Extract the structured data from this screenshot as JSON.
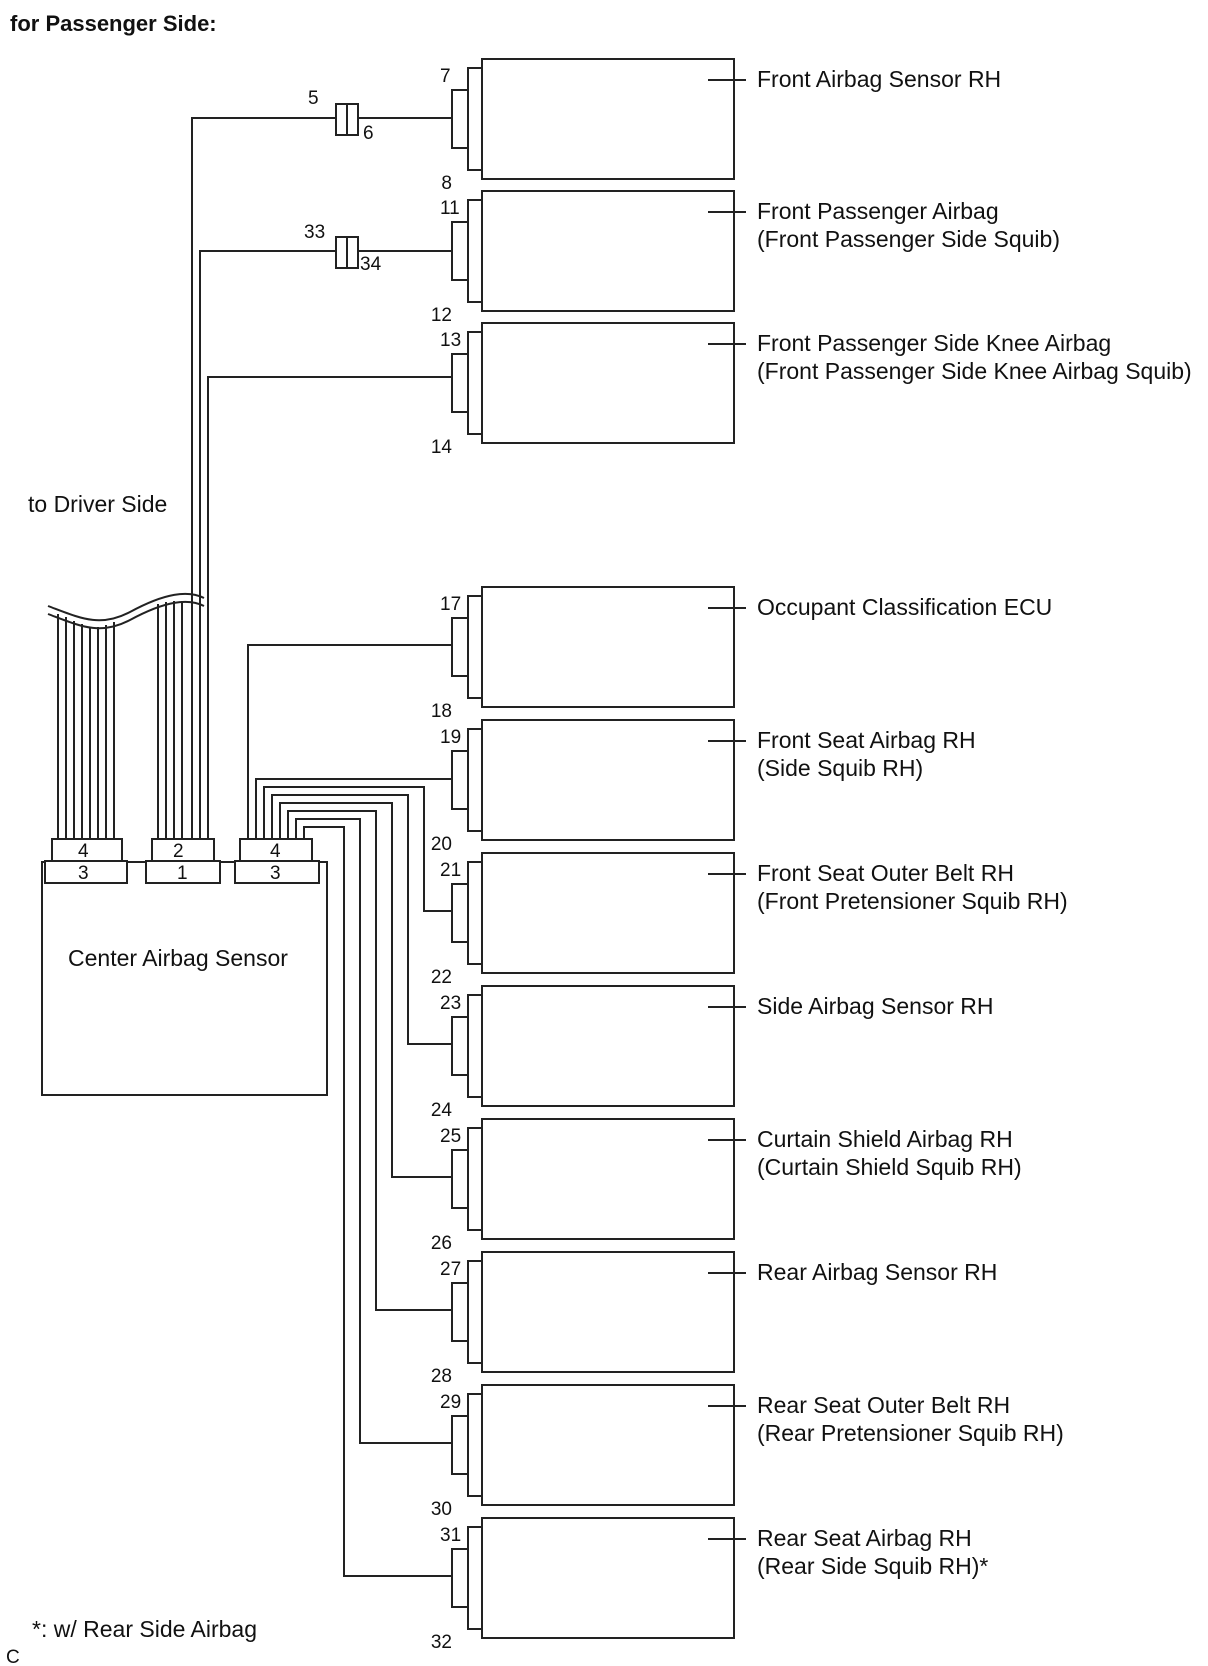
{
  "header": "for Passenger Side:",
  "driver_side_label": "to Driver Side",
  "center_label": "Center Airbag Sensor",
  "center_connectors": {
    "left": {
      "top": "4",
      "bottom": "3"
    },
    "mid": {
      "top": "2",
      "bottom": "1"
    },
    "right": {
      "top": "4",
      "bottom": "3"
    }
  },
  "inline_connectors": [
    {
      "left": "5",
      "right": "6"
    },
    {
      "left": "33",
      "right": "34"
    }
  ],
  "components": [
    {
      "label1": "Front Airbag Sensor RH",
      "label2": "",
      "pin_top": "7",
      "pin_bottom": "8"
    },
    {
      "label1": "Front Passenger Airbag",
      "label2": "(Front Passenger Side Squib)",
      "pin_top": "11",
      "pin_bottom": "12"
    },
    {
      "label1": "Front Passenger Side Knee Airbag",
      "label2": "(Front Passenger Side Knee Airbag Squib)",
      "pin_top": "13",
      "pin_bottom": "14"
    },
    {
      "label1": "Occupant Classification ECU",
      "label2": "",
      "pin_top": "17",
      "pin_bottom": "18"
    },
    {
      "label1": "Front Seat Airbag RH",
      "label2": "(Side Squib RH)",
      "pin_top": "19",
      "pin_bottom": "20"
    },
    {
      "label1": "Front Seat Outer Belt RH",
      "label2": "(Front Pretensioner Squib RH)",
      "pin_top": "21",
      "pin_bottom": "22"
    },
    {
      "label1": "Side Airbag Sensor RH",
      "label2": "",
      "pin_top": "23",
      "pin_bottom": "24"
    },
    {
      "label1": "Curtain Shield Airbag RH",
      "label2": "(Curtain Shield Squib RH)",
      "pin_top": "25",
      "pin_bottom": "26"
    },
    {
      "label1": "Rear Airbag Sensor RH",
      "label2": "",
      "pin_top": "27",
      "pin_bottom": "28"
    },
    {
      "label1": "Rear Seat Outer Belt RH",
      "label2": "(Rear Pretensioner Squib RH)",
      "pin_top": "29",
      "pin_bottom": "30"
    },
    {
      "label1": "Rear Seat Airbag RH",
      "label2": "(Rear Side Squib RH)*",
      "pin_top": "31",
      "pin_bottom": "32"
    }
  ],
  "footnote": "*: w/ Rear Side Airbag",
  "corner_mark": "C"
}
